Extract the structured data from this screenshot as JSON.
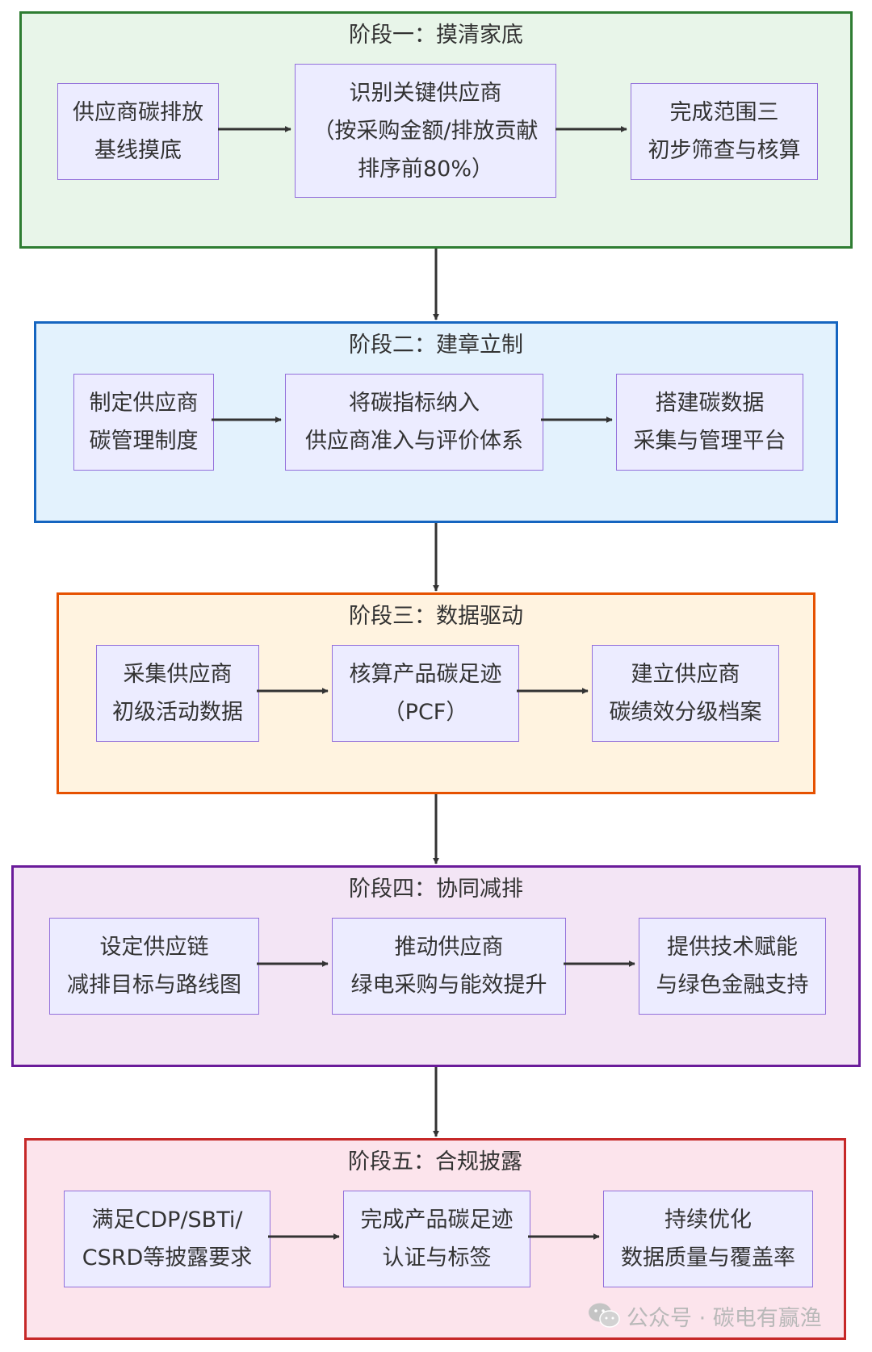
{
  "stages": [
    {
      "title": "阶段一：摸清家底",
      "boxes": [
        {
          "lines": [
            "供应商碳排放",
            "基线摸底"
          ]
        },
        {
          "lines": [
            "识别关键供应商",
            "（按采购金额/排放贡献",
            "排序前80%）"
          ]
        },
        {
          "lines": [
            "完成范围三",
            "初步筛查与核算"
          ]
        }
      ]
    },
    {
      "title": "阶段二：建章立制",
      "boxes": [
        {
          "lines": [
            "制定供应商",
            "碳管理制度"
          ]
        },
        {
          "lines": [
            "将碳指标纳入",
            "供应商准入与评价体系"
          ]
        },
        {
          "lines": [
            "搭建碳数据",
            "采集与管理平台"
          ]
        }
      ]
    },
    {
      "title": "阶段三：数据驱动",
      "boxes": [
        {
          "lines": [
            "采集供应商",
            "初级活动数据"
          ]
        },
        {
          "lines": [
            "核算产品碳足迹",
            "（PCF）"
          ]
        },
        {
          "lines": [
            "建立供应商",
            "碳绩效分级档案"
          ]
        }
      ]
    },
    {
      "title": "阶段四：协同减排",
      "boxes": [
        {
          "lines": [
            "设定供应链",
            "减排目标与路线图"
          ]
        },
        {
          "lines": [
            "推动供应商",
            "绿电采购与能效提升"
          ]
        },
        {
          "lines": [
            "提供技术赋能",
            "与绿色金融支持"
          ]
        }
      ]
    },
    {
      "title": "阶段五：合规披露",
      "boxes": [
        {
          "lines": [
            "满足CDP/SBTi/",
            "CSRD等披露要求"
          ]
        },
        {
          "lines": [
            "完成产品碳足迹",
            "认证与标签"
          ]
        },
        {
          "lines": [
            "持续优化",
            "数据质量与覆盖率"
          ]
        }
      ]
    }
  ],
  "colors": {
    "stage_fills": [
      "#e8f5e9",
      "#e3f2fd",
      "#fff3e0",
      "#f3e5f5",
      "#fce4ec"
    ],
    "stage_borders": [
      "#2e7d32",
      "#1565c0",
      "#e65100",
      "#6a1b9a",
      "#c62828"
    ],
    "box_fill": "#ececff",
    "box_border": "#9370db",
    "arrow": "#333333"
  },
  "watermark": {
    "icon": "wechat-icon",
    "text": "公众号 · 碳电有赢渔"
  }
}
